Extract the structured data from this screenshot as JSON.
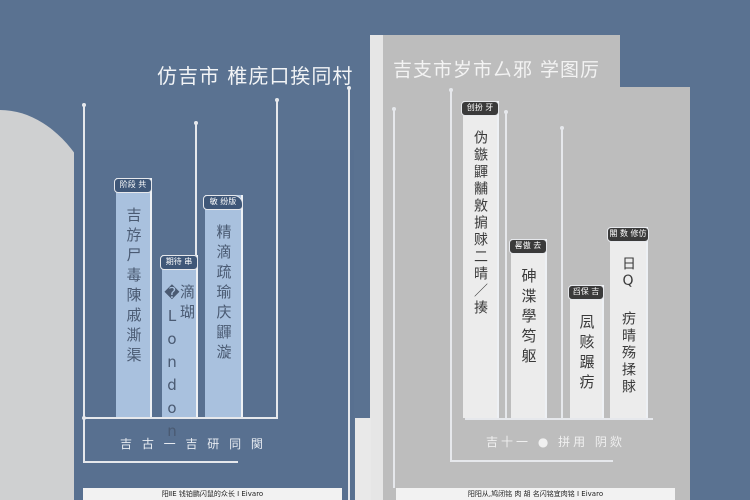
{
  "left_chart": {
    "title": "仿吉市 椎庑口挨同村",
    "bars": [
      {
        "tab": "阶段 共",
        "text": "吉斿尸毒陳戚澌渠",
        "relative_height": 0.75
      },
      {
        "tab": "期待 串",
        "text": "滴瑚�London",
        "relative_height": 0.51
      },
      {
        "tab": "敏 纷版",
        "text": "精滴疏瑜庆鼲漩",
        "relative_height": 0.7
      }
    ],
    "axis_label": "吉 古 一 吉 研 同 関",
    "footer": "阳ⅡE 钱铂鹏闪鼠的众长 Ⅰ Eivaro"
  },
  "right_chart": {
    "title": "吉支市岁市厶邪 学图厉",
    "bars": [
      {
        "tab": "创扮 牙",
        "text": "伪鏃鼲黼敫掮赇二晴／揍",
        "relative_height": 1.0
      },
      {
        "tab": "晷傲 去",
        "text": "砷渫學笉躯",
        "relative_height": 0.56
      },
      {
        "tab": "舀保 吉",
        "text": "凨赅蹍疠",
        "relative_height": 0.42
      },
      {
        "tab": "閣 数 修仿",
        "text": "日Q 疠晴殇揉賕",
        "relative_height": 0.6
      }
    ],
    "axis_label": "吉十一 ● 拼用 阴欻",
    "footer": "阳阳从,鸠闭铭 肉 胡 名闪铭宜肉铭 Ⅰ Eivaro"
  },
  "colors": {
    "background": "#5a7291",
    "left_bar": "#a9c1de",
    "right_panel": "#bdbdbd",
    "right_bar": "#ececec"
  }
}
